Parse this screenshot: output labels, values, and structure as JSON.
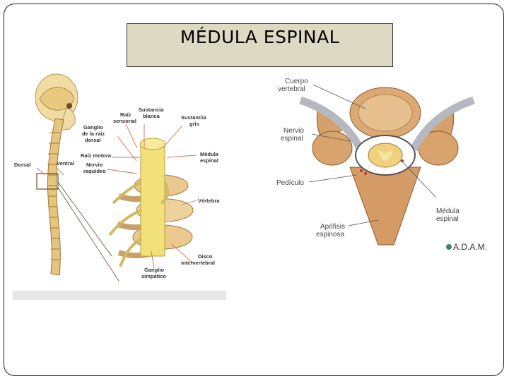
{
  "slide": {
    "title": "MÉDULA ESPINAL"
  },
  "left_figure": {
    "labels": {
      "dorsal": "Dorsal",
      "ventral": "Ventral",
      "sustancia_blanca_1": "Sustancia",
      "sustancia_blanca_2": "blanca",
      "raiz_sensorial_1": "Raíz",
      "raiz_sensorial_2": "sensorial",
      "sustancia_gris_1": "Sustancia",
      "sustancia_gris_2": "gris",
      "ganglio_raiz_1": "Ganglio",
      "ganglio_raiz_2": "de la raíz",
      "ganglio_raiz_3": "dorsal",
      "raiz_motora": "Raíz motora",
      "nervio_raquideo_1": "Nervio",
      "nervio_raquideo_2": "raquídeo",
      "medula_1": "Médula",
      "medula_2": "espinal",
      "vertebra": "Vértebra",
      "disco_1": "Disco",
      "disco_2": "intervertebral",
      "ganglio_simpatico_1": "Ganglio",
      "ganglio_simpatico_2": "simpático"
    }
  },
  "right_figure": {
    "labels": {
      "cuerpo_1": "Cuerpo",
      "cuerpo_2": "vertebral",
      "nervio_1": "Nervio",
      "nervio_2": "espinal",
      "pediculo": "Pedículo",
      "apofisis_1": "Apófisis",
      "apofisis_2": "espinosa",
      "medula_1": "Médula",
      "medula_2": "espinal"
    },
    "logo_text": "A.D.A.M."
  },
  "colors": {
    "bone": "#e8c98f",
    "bone_dark": "#c98a52",
    "cord": "#f2e07a",
    "nerve": "#e9d890",
    "title_bg": "#ddd9c3",
    "caption_strip": "#e6e6e6"
  }
}
